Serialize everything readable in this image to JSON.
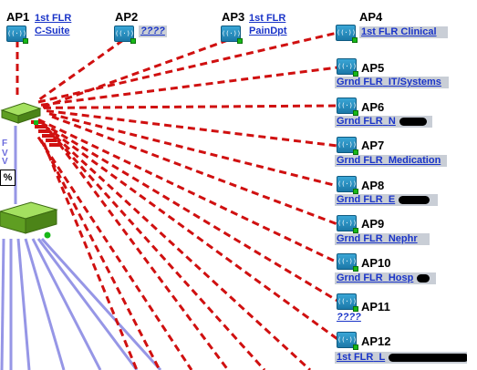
{
  "aps": [
    {
      "name": "AP1",
      "floor": "1st FLR",
      "location": "C-Suite"
    },
    {
      "name": "AP2",
      "floor": "",
      "location": "????"
    },
    {
      "name": "AP3",
      "floor": "1st FLR",
      "location": "PainDpt"
    },
    {
      "name": "AP4",
      "floor": "1st FLR",
      "location": "Clinical"
    },
    {
      "name": "AP5",
      "floor": "Grnd FLR",
      "location": "IT/Systems"
    },
    {
      "name": "AP6",
      "floor": "Grnd FLR",
      "location": "N"
    },
    {
      "name": "AP7",
      "floor": "Grnd FLR",
      "location": "Medication"
    },
    {
      "name": "AP8",
      "floor": "Grnd FLR",
      "location": "E"
    },
    {
      "name": "AP9",
      "floor": "Grnd FLR",
      "location": "Nephr"
    },
    {
      "name": "AP10",
      "floor": "Grnd FLR",
      "location": "Hosp"
    },
    {
      "name": "AP11",
      "floor": "",
      "location": "????"
    },
    {
      "name": "AP12",
      "floor": "1st FLR",
      "location": "L"
    }
  ],
  "side_text": [
    "F",
    "V",
    "V"
  ],
  "percent_symbol": "%",
  "icon_glyph": "((·))",
  "colors": {
    "link_dashed": "#d01010",
    "uplink": "#9696e6",
    "switch_green": "#7fcc3a",
    "label_blue": "#1a34c8",
    "label_bg": "#c9ced6",
    "ap_icon": "#2a90c4"
  }
}
